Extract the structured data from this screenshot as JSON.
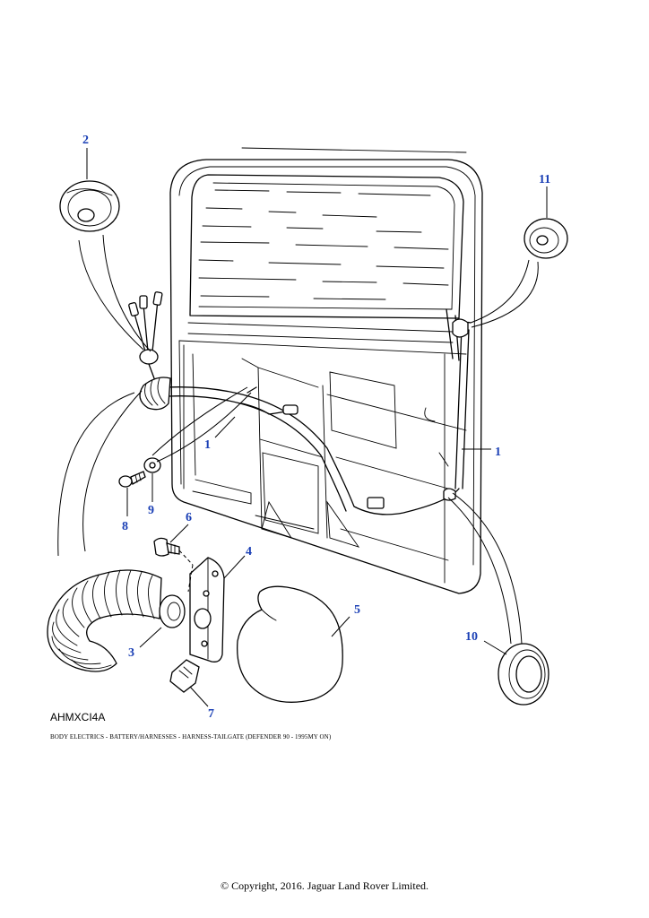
{
  "diagram": {
    "callouts": {
      "c1a": "1",
      "c1b": "1",
      "c2": "2",
      "c3": "3",
      "c4": "4",
      "c5": "5",
      "c6": "6",
      "c7": "7",
      "c8": "8",
      "c9": "9",
      "c10": "10",
      "c11": "11"
    },
    "illustration_code": "AHMXCI4A",
    "caption": "BODY ELECTRICS - BATTERY/HARNESSES - HARNESS-TAILGATE  (DEFENDER 90 - 1995MY ON)",
    "copyright": "© Copyright, 2016. Jaguar Land Rover Limited.",
    "colors": {
      "callout": "#1a3fb5",
      "line": "#000000",
      "background": "#ffffff"
    }
  }
}
